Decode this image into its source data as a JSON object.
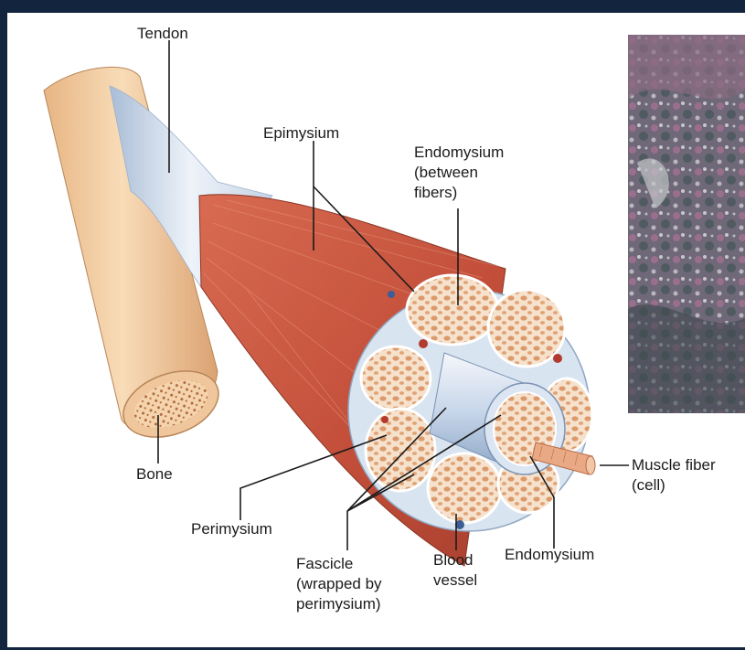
{
  "labels": {
    "tendon": "Tendon",
    "epimysium": "Epimysium",
    "endomysium_top_l1": "Endomysium",
    "endomysium_top_l2": "(between",
    "endomysium_top_l3": "fibers)",
    "bone": "Bone",
    "perimysium": "Perimysium",
    "fascicle_l1": "Fascicle",
    "fascicle_l2": "(wrapped by",
    "fascicle_l3": "perimysium)",
    "blood_l1": "Blood",
    "blood_l2": "vessel",
    "endomysium_bottom": "Endomysium",
    "muscle_fiber_l1": "Muscle fiber",
    "muscle_fiber_l2": "(cell)"
  },
  "colors": {
    "frame": "#13243e",
    "muscle": "#c4553e",
    "bone": "#f0c79c",
    "tendon": "#c9d5e6",
    "fascicle_fill": "#f4dcc2",
    "sheath": "#dde8f4"
  }
}
